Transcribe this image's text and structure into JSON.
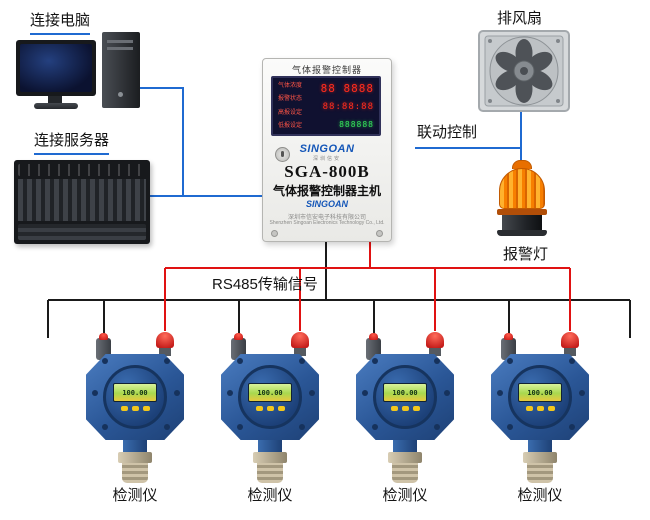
{
  "labels": {
    "connect_pc": "连接电脑",
    "connect_server": "连接服务器",
    "exhaust_fan": "排风扇",
    "linkage_control": "联动控制",
    "alarm_light": "报警灯",
    "rs485_signal": "RS485传输信号"
  },
  "controller": {
    "panel_title": "气体报警控制器",
    "display_rows": [
      "气体浓度",
      "报警状态",
      "高报设定",
      "低报设定"
    ],
    "display_digits_1": "88 8888",
    "display_digits_2": "88:88:88",
    "display_digits_3": "888888",
    "brand": "SINGOAN",
    "brand_sub": "深圳信安",
    "model": "SGA-800B",
    "device_name": "气体报警控制器主机",
    "brand_small": "SINGOAN",
    "footer_cn": "深圳市信安电子科技有限公司",
    "footer_en": "Shenzhen Singoan Electronics Technology Co., Ltd."
  },
  "detectors": [
    {
      "label": "检测仪",
      "reading": "100.00"
    },
    {
      "label": "检测仪",
      "reading": "100.00"
    },
    {
      "label": "检测仪",
      "reading": "100.00"
    },
    {
      "label": "检测仪",
      "reading": "100.00"
    }
  ],
  "colors": {
    "wire_blue": "#1f6ad1",
    "wire_red": "#e01212",
    "wire_black": "#1a1a1a",
    "detector_blue": "#2a5696",
    "beacon_orange": "#f77f00",
    "display_bg": "#101130"
  }
}
